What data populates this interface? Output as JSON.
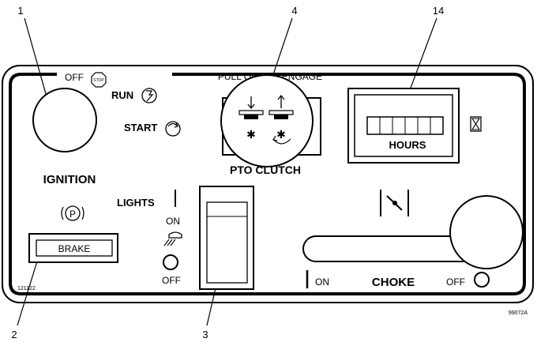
{
  "callouts": {
    "ignition": "1",
    "brake": "2",
    "lights_switch": "3",
    "pto": "4",
    "hour_meter": "14"
  },
  "ignition": {
    "off": "OFF",
    "stop_symbol": "STOP",
    "run": "RUN",
    "start": "START",
    "title": "IGNITION"
  },
  "pto": {
    "header": "PULL OUT TO ENGAGE",
    "title": "PTO CLUTCH"
  },
  "hour_meter": {
    "label": "HOURS"
  },
  "brake": {
    "label": "BRAKE",
    "symbol": "P"
  },
  "lights": {
    "title": "LIGHTS",
    "on": "ON",
    "off": "OFF"
  },
  "choke": {
    "on": "ON",
    "title": "CHOKE",
    "off": "OFF"
  },
  "codes": {
    "left": "121122",
    "right": "99072A"
  }
}
